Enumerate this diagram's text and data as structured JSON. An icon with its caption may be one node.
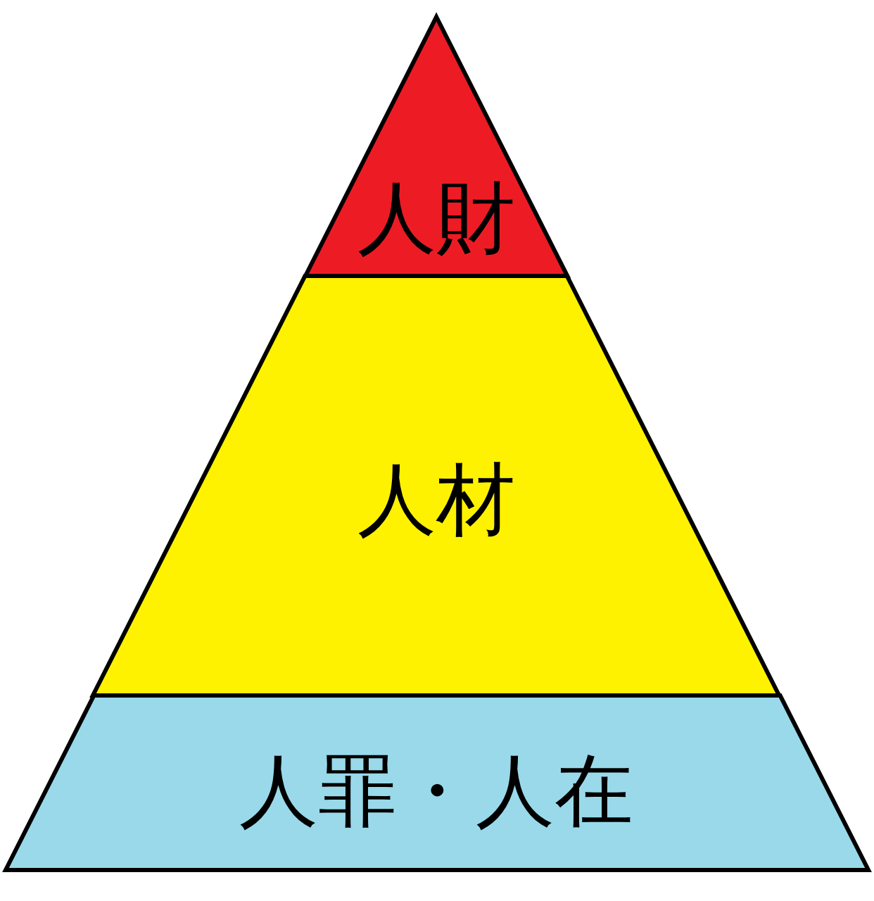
{
  "diagram": {
    "nodes": [
      {
        "text": [
          "人財"
        ]
      },
      {
        "text": [
          "人材"
        ]
      },
      {
        "text": [
          "人罪・人在"
        ]
      }
    ]
  }
}
